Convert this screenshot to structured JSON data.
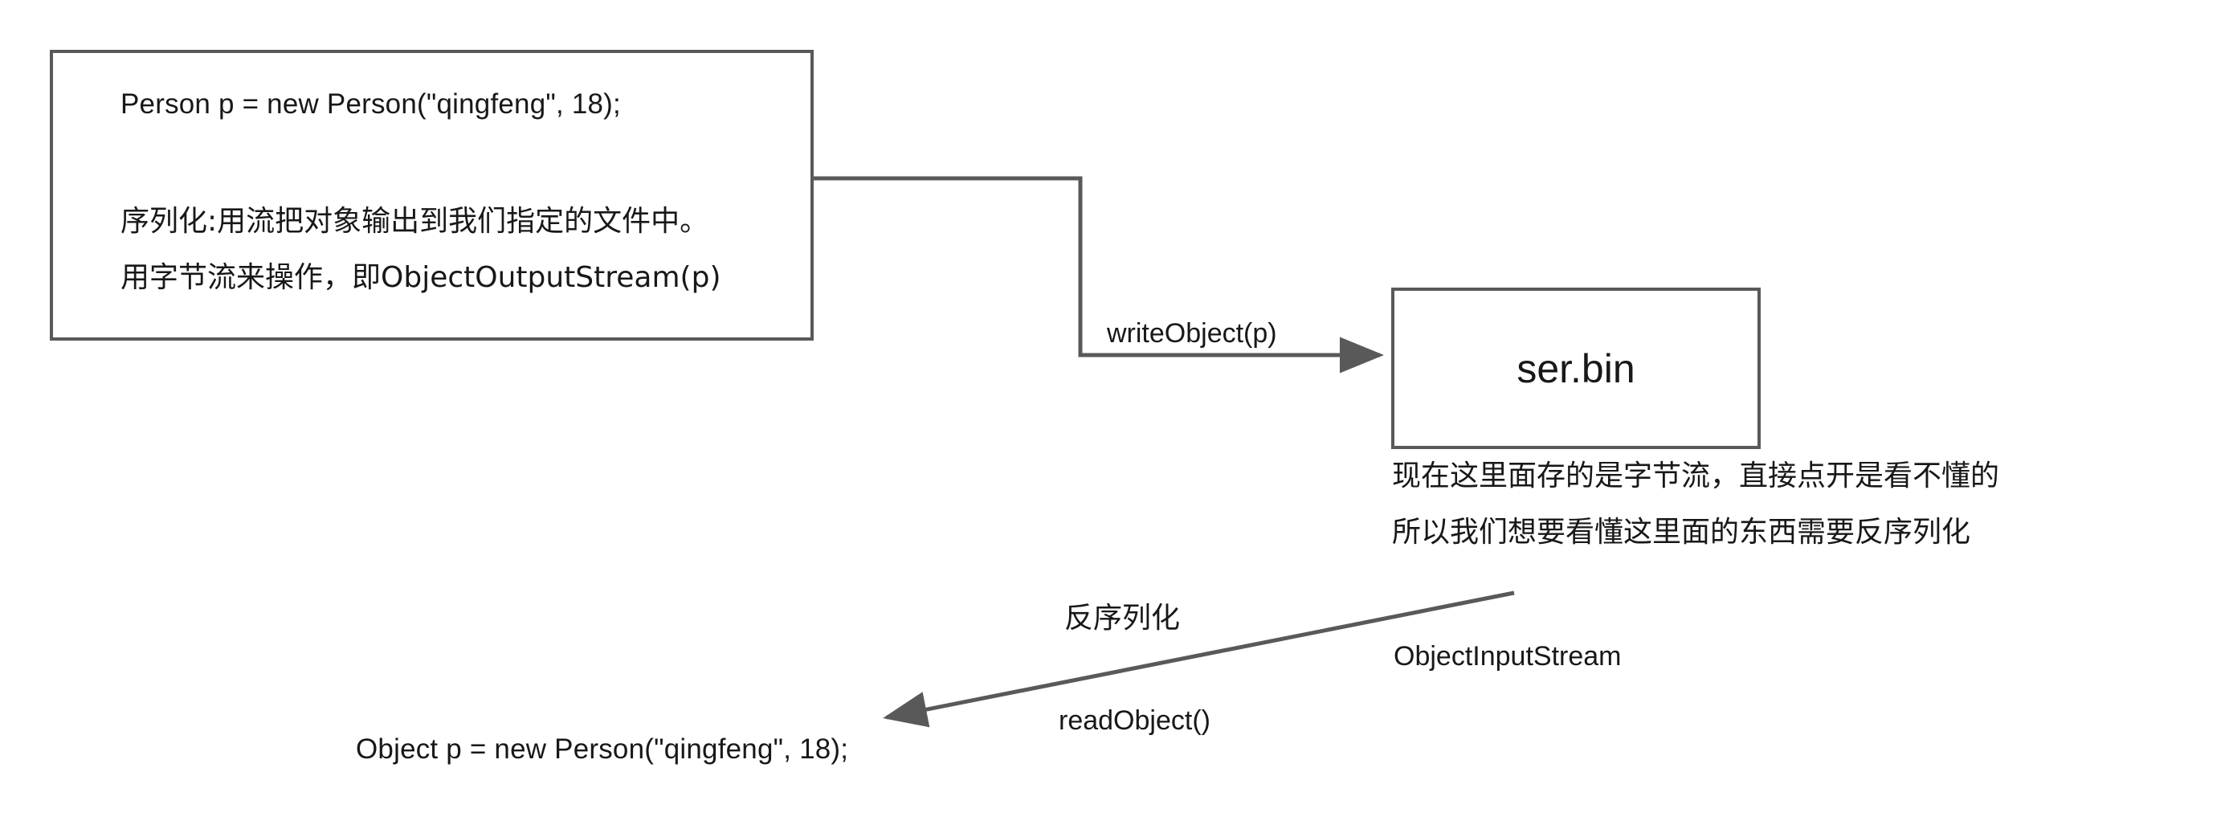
{
  "diagram": {
    "title": "Java serialization / deserialization flow",
    "colors": {
      "stroke": "#595959",
      "text": "#181818",
      "background": "#ffffff"
    },
    "source_box": {
      "code_line": "Person p = new Person(\"qingfeng\", 18);",
      "note_line_1": "序列化:用流把对象输出到我们指定的文件中。",
      "note_line_2": "用字节流来操作，即ObjectOutputStream(p)"
    },
    "file_box": {
      "name": "ser.bin"
    },
    "connectors": {
      "write_label": "writeObject(p)",
      "deserialize_label": "反序列化",
      "read_label": "readObject()",
      "stream_label": "ObjectInputStream"
    },
    "file_notes": {
      "line_1": "现在这里面存的是字节流，直接点开是看不懂的",
      "line_2": "所以我们想要看懂这里面的东西需要反序列化"
    },
    "result": {
      "code_line": "Object p = new Person(\"qingfeng\", 18);"
    }
  }
}
